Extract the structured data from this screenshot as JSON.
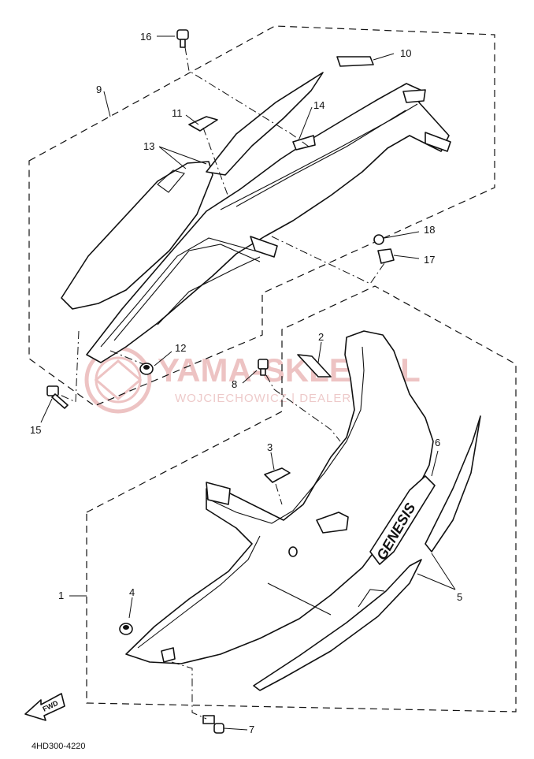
{
  "callouts": [
    {
      "id": "c1",
      "label": "1"
    },
    {
      "id": "c2",
      "label": "2"
    },
    {
      "id": "c3",
      "label": "3"
    },
    {
      "id": "c4",
      "label": "4"
    },
    {
      "id": "c5",
      "label": "5"
    },
    {
      "id": "c6",
      "label": "6"
    },
    {
      "id": "c7",
      "label": "7"
    },
    {
      "id": "c8",
      "label": "8"
    },
    {
      "id": "c9",
      "label": "9"
    },
    {
      "id": "c10",
      "label": "10"
    },
    {
      "id": "c11",
      "label": "11"
    },
    {
      "id": "c12",
      "label": "12"
    },
    {
      "id": "c13",
      "label": "13"
    },
    {
      "id": "c14",
      "label": "14"
    },
    {
      "id": "c15",
      "label": "15"
    },
    {
      "id": "c16",
      "label": "16"
    },
    {
      "id": "c17",
      "label": "17"
    },
    {
      "id": "c18",
      "label": "18"
    }
  ],
  "fwd_label": "FWD",
  "emblem_text": "GENESIS",
  "drawing_code": "4HD300-4220",
  "watermark": {
    "title": "YAMA-SKLEP.PL",
    "subtitle": "WOJCIECHOWICZ | DEALER YAMAHA",
    "color": "#e8b0b0"
  }
}
